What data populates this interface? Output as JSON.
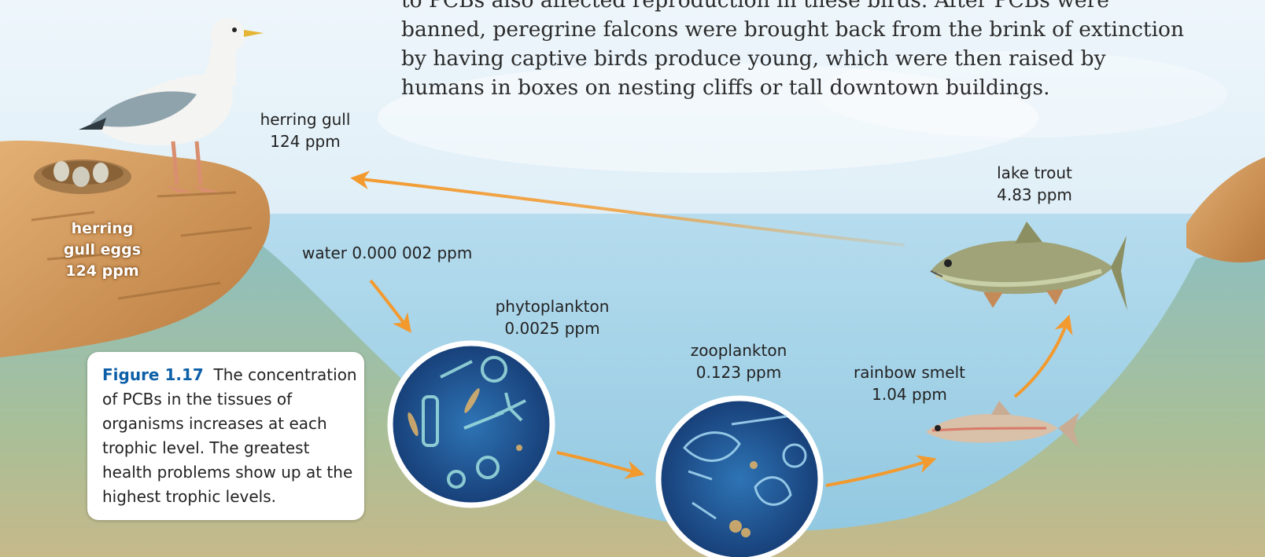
{
  "body_text": [
    "to PCBs also affected reproduction in these birds. After PCBs were",
    "banned, peregrine falcons were brought back from the brink of extinction",
    "by having captive birds produce young, which were then raised by",
    "humans in boxes on nesting cliffs or tall downtown buildings."
  ],
  "labels": {
    "herring_gull": {
      "name": "herring gull",
      "value": "124 ppm"
    },
    "herring_gull_eggs": {
      "line1": "herring",
      "line2": "gull eggs",
      "value": "124 ppm"
    },
    "water": {
      "text": "water 0.000 002 ppm"
    },
    "phytoplankton": {
      "name": "phytoplankton",
      "value": "0.0025 ppm"
    },
    "zooplankton": {
      "name": "zooplankton",
      "value": "0.123 ppm"
    },
    "rainbow_smelt": {
      "name": "rainbow smelt",
      "value": "1.04 ppm"
    },
    "lake_trout": {
      "name": "lake trout",
      "value": "4.83 ppm"
    }
  },
  "caption": {
    "figure_number": "Figure 1.17",
    "text": "The concentration of PCBs in the tissues of organisms increases at each trophic level. The greatest health problems show up at the highest trophic levels."
  },
  "colors": {
    "water": "#a9d6ea",
    "sky": "#d6ebf6",
    "cliff": "#d49a5a",
    "ground": "#b9c79b",
    "arrow": "#f39a2e",
    "figure_label": "#0d5fa8",
    "plankton_bg": "#1f5a9a"
  },
  "icons": [
    "herring-gull-illustration",
    "gull-eggs-nest",
    "lake-trout-illustration",
    "rainbow-smelt-illustration",
    "phytoplankton-circle",
    "zooplankton-circle"
  ]
}
